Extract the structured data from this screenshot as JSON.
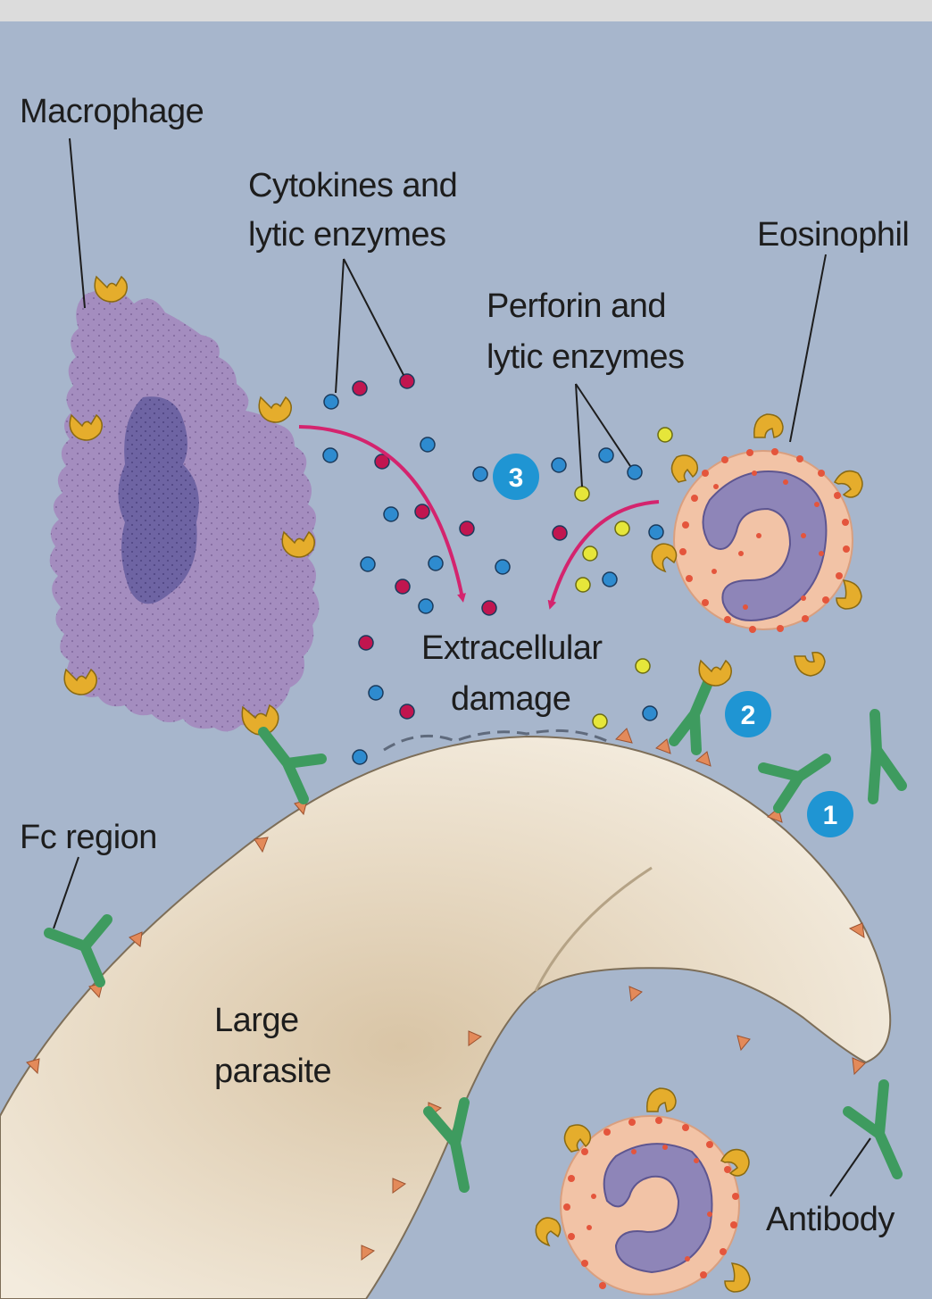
{
  "labels": {
    "macrophage": "Macrophage",
    "cytokines_line1": "Cytokines and",
    "cytokines_line2": "lytic enzymes",
    "eosinophil": "Eosinophil",
    "perforin_line1": "Perforin and",
    "perforin_line2": "lytic enzymes",
    "extracellular_line1": "Extracellular",
    "extracellular_line2": "damage",
    "fc_region": "Fc region",
    "parasite_line1": "Large",
    "parasite_line2": "parasite",
    "antibody": "Antibody"
  },
  "steps": [
    "1",
    "2",
    "3"
  ],
  "colors": {
    "background": "#a7b6cc",
    "frame": "#dcdcdc",
    "macrophage": "#a48dbf",
    "nucleus": "#6e64a3",
    "eosinophil": "#f2c3a6",
    "granule": "#e4553c",
    "parasite": "#ede1cd",
    "antibody": "#3e9b5f",
    "receptor": "#e5ad2c",
    "antigen": "#e38a5a",
    "cytokine_blue": "#2e8bcf",
    "cytokine_red": "#c1154f",
    "perforin_yellow": "#e6e63a",
    "arrow": "#d4246e",
    "step_badge": "#1f95d3"
  }
}
